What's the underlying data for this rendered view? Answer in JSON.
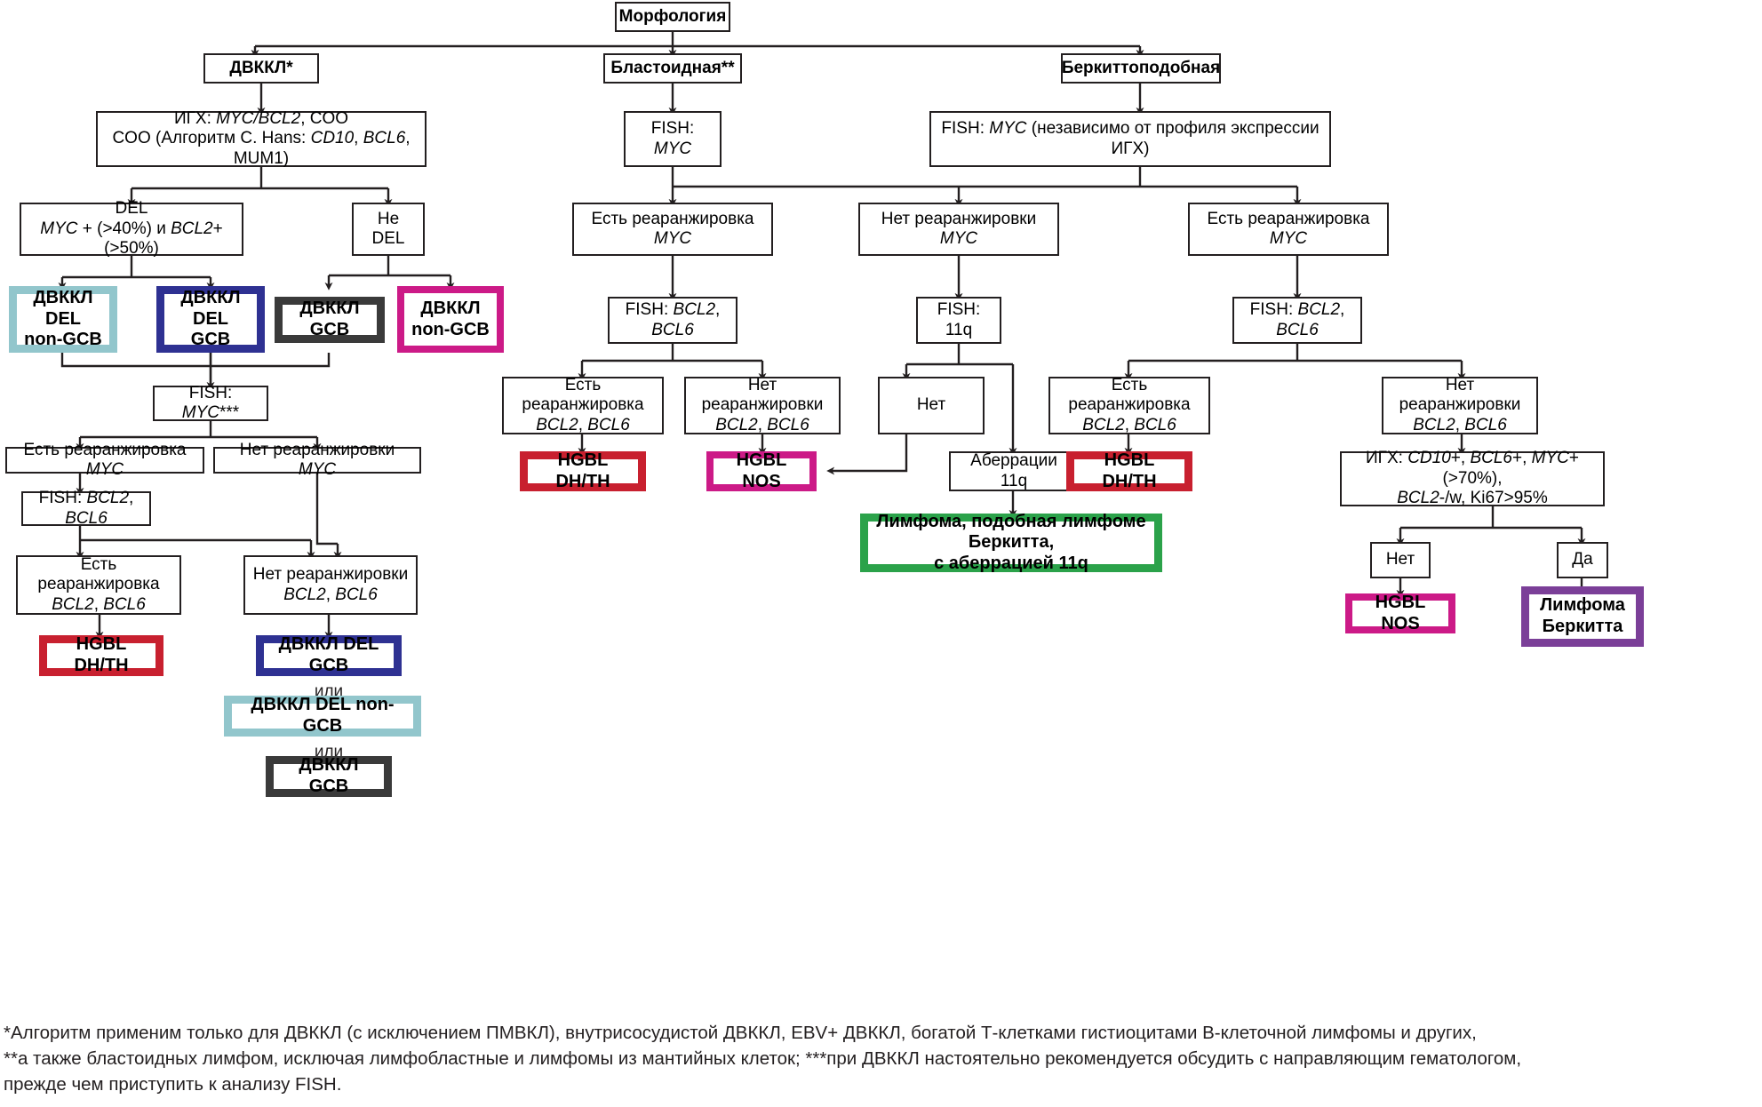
{
  "title": "Морфология",
  "colors": {
    "teal": "#92c6cc",
    "navy": "#2e3192",
    "dark": "#3a3a3a",
    "magenta": "#cc1a87",
    "red": "#c8202f",
    "green": "#2ba24a",
    "purple": "#7b3f98",
    "line": "#231f20"
  },
  "root": {
    "label": "Морфология"
  },
  "branches": {
    "dlbcl": {
      "label": "ДВККЛ*"
    },
    "blastoid": {
      "label": "Бластоидная**"
    },
    "burkitt_like": {
      "label": "Беркиттоподобная"
    }
  },
  "dlbcl_branch": {
    "ihc_line1": "ИГХ: MYC/BCL2, COO",
    "ihc_line2": "COO (Алгоритм C. Hans: CD10, BCL6, MUM1)",
    "del_line1": "DEL",
    "del_line2": "MYC + (>40%) и BCL2+ (>50%)",
    "not_del": "Не DEL",
    "term_teal_l1": "ДВККЛ DEL",
    "term_teal_l2": "non-GCB",
    "term_navy_l1": "ДВККЛ DEL",
    "term_navy_l2": "GCB",
    "term_dark": "ДВККЛ GCB",
    "term_magenta_l1": "ДВККЛ",
    "term_magenta_l2": "non-GCB",
    "fish_myc": "FISH: MYC***",
    "myc_yes": "Есть реаранжировка MYC",
    "myc_no": "Нет реаранжировки MYC",
    "fish_bcl": "FISH: BCL2, BCL6",
    "bcl_yes_l1": "Есть реаранжировка",
    "bcl_yes_l2": "BCL2, BCL6",
    "bcl_no_l1": "Нет реаранжировки",
    "bcl_no_l2": "BCL2, BCL6",
    "hgbl_dhth": "HGBL DH/TH",
    "alt1": "ДВККЛ DEL GCB",
    "or1": "или",
    "alt2": "ДВККЛ DEL non-GCB",
    "or2": "или",
    "alt3": "ДВККЛ GCB"
  },
  "blastoid_branch": {
    "fish_myc": "FISH: MYC",
    "myc_yes": "Есть реаранжировка MYC",
    "myc_no": "Нет реаранжировки MYC",
    "fish_bcl": "FISH: BCL2, BCL6",
    "bcl_yes_l1": "Есть реаранжировка",
    "bcl_yes_l2": "BCL2, BCL6",
    "bcl_no_l1": "Нет реаранжировки",
    "bcl_no_l2": "BCL2, BCL6",
    "hgbl_dhth": "HGBL DH/TH",
    "hgbl_nos": "HGBL NOS",
    "fish_11q": "FISH: 11q",
    "net": "Нет",
    "aberr_11q": "Аберрации 11q",
    "burkitt_like_11q_l1": "Лимфома, подобная лимфоме Беркитта,",
    "burkitt_like_11q_l2": "с аберрацией 11q"
  },
  "burkitt_branch": {
    "fish_myc": "FISH: MYC (независимо от профиля экспрессии ИГХ)",
    "myc_yes": "Есть реаранжировка MYC",
    "fish_bcl": "FISH: BCL2, BCL6",
    "bcl_yes_l1": "Есть реаранжировка",
    "bcl_yes_l2": "BCL2, BCL6",
    "bcl_no_l1": "Нет реаранжировки",
    "bcl_no_l2": "BCL2, BCL6",
    "hgbl_dhth": "HGBL DH/TH",
    "ihc_l1": "ИГХ: CD10+, BCL6+, MYC+ (>70%),",
    "ihc_l2": "BCL2-/w, Ki67>95%",
    "net": "Нет",
    "da": "Да",
    "hgbl_nos": "HGBL NOS",
    "burkitt_l1": "Лимфома",
    "burkitt_l2": "Беркитта"
  },
  "footnotes": {
    "line1": "*Алгоритм применим только для ДВККЛ (с исключением ПМВКЛ), внутрисосудистой ДВККЛ, EBV+ ДВККЛ, богатой Т-клетками гистиоцитами В-клеточной лимфомы и других,",
    "line2": "**а также бластоидных лимфом, исключая лимфобластные и лимфомы из мантийных клеток; ***при ДВККЛ настоятельно рекомендуется обсудить с направляющим гематологом,",
    "line3": "прежде чем приступить к анализу FISH."
  }
}
